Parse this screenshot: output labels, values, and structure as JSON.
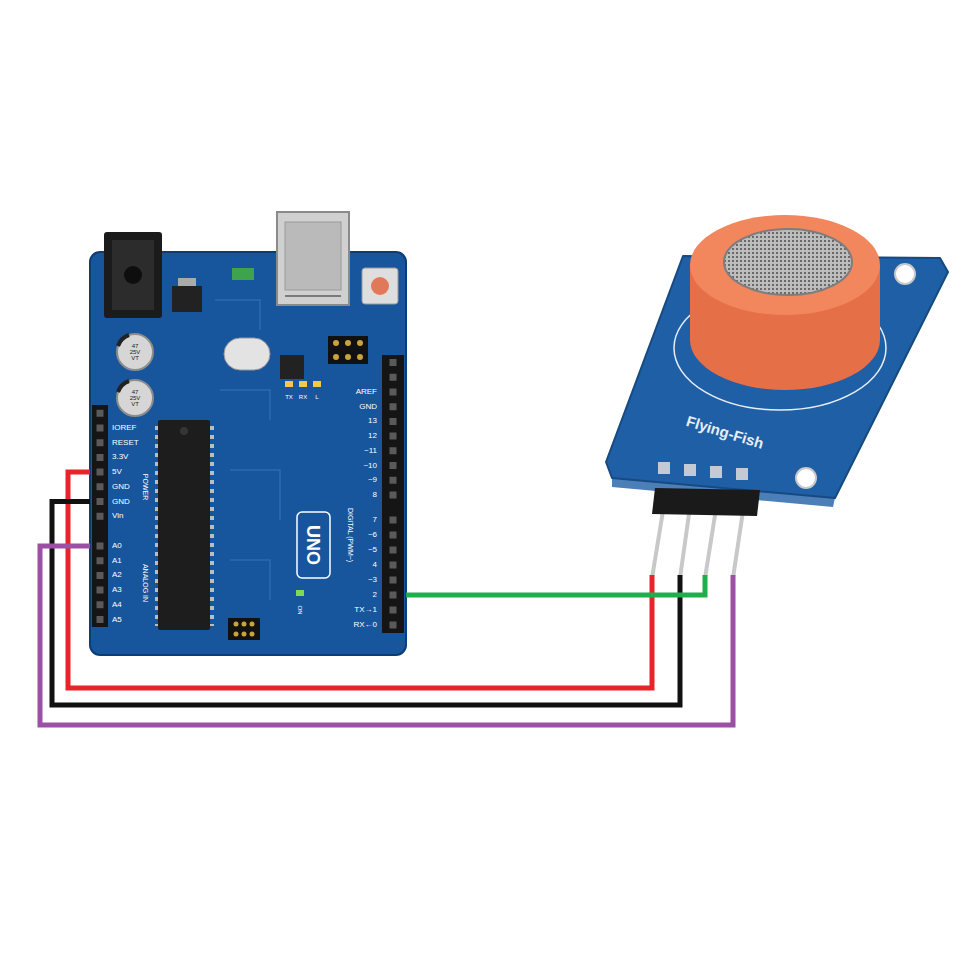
{
  "diagram": {
    "nodes": [
      {
        "text": [
          "UNO"
        ]
      },
      {
        "text": [
          "Flying-Fish"
        ]
      }
    ],
    "edges": [
      {
        "from": 0,
        "to": 1,
        "arrow": "none"
      },
      {
        "from": 0,
        "to": 1,
        "arrow": "none"
      },
      {
        "from": 0,
        "to": 1,
        "arrow": "none"
      },
      {
        "from": 0,
        "to": 1,
        "arrow": "none"
      }
    ],
    "labels": [
      "IOREF",
      "RESET",
      "3.3V",
      "5V",
      "GND",
      "GND",
      "Vin",
      "A0",
      "A1",
      "A2",
      "A3",
      "A4",
      "A5",
      "POWER",
      "ANALOG IN",
      "AREF",
      "GND",
      "13",
      "12",
      "~11",
      "~10",
      "~9",
      "8",
      "7",
      "~6",
      "~5",
      "4",
      "~3",
      "2",
      "TX→1",
      "RX←0",
      "DIGITAL (PWM~)",
      "TX",
      "RX",
      "L",
      "ON",
      "47 25V VT",
      "47 25V VT"
    ]
  }
}
